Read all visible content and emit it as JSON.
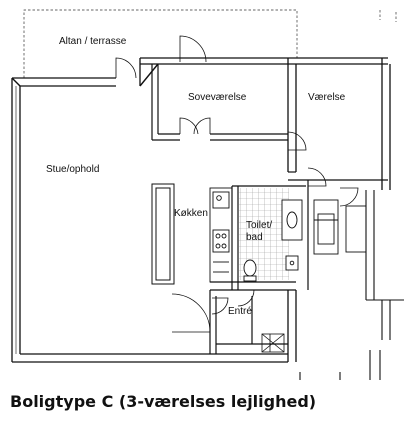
{
  "plan": {
    "rooms": {
      "balcony": "Altan / terrasse",
      "bedroom_main": "Soveværelse",
      "bedroom_second": "Værelse",
      "living": "Stue/ophold",
      "kitchen": "Køkken",
      "bathroom_line1": "Toilet/",
      "bathroom_line2": "bad",
      "entrance": "Entré"
    }
  },
  "caption": "Boligtype C (3-værelses lejlighed)"
}
